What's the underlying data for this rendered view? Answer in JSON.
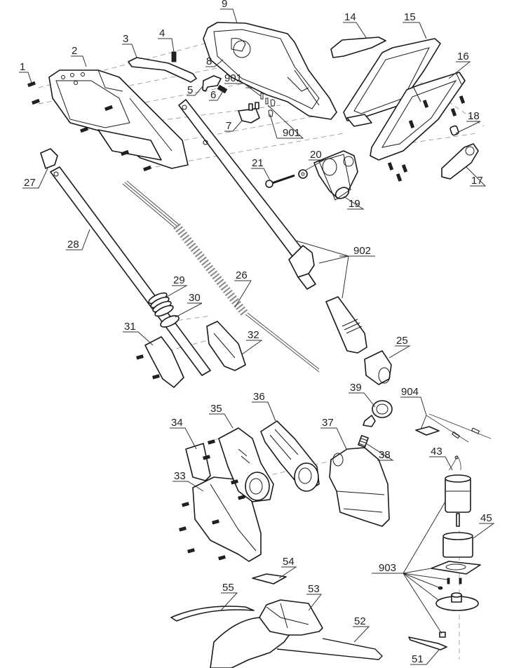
{
  "diagram": {
    "type": "exploded-parts-view",
    "colors": {
      "line": "#1a1a1a",
      "background": "#ffffff",
      "dashed_axis": "#9a9a9a"
    },
    "labels": {
      "p1": "1",
      "p2": "2",
      "p3": "3",
      "p4": "4",
      "p5": "5",
      "p6": "6",
      "p7": "7",
      "p8": "8",
      "p9": "9",
      "p14": "14",
      "p15": "15",
      "p16": "16",
      "p17": "17",
      "p18": "18",
      "p19": "19",
      "p20": "20",
      "p21": "21",
      "p25": "25",
      "p26": "26",
      "p27": "27",
      "p28": "28",
      "p29": "29",
      "p30": "30",
      "p31": "31",
      "p32": "32",
      "p33": "33",
      "p34": "34",
      "p35": "35",
      "p36": "36",
      "p37": "37",
      "p38": "38",
      "p39": "39",
      "p43": "43",
      "p45": "45",
      "p51": "51",
      "p52": "52",
      "p53": "53",
      "p54": "54",
      "p55": "55",
      "p901a": "901",
      "p901b": "901",
      "p902": "902",
      "p903": "903",
      "p904": "904"
    }
  }
}
